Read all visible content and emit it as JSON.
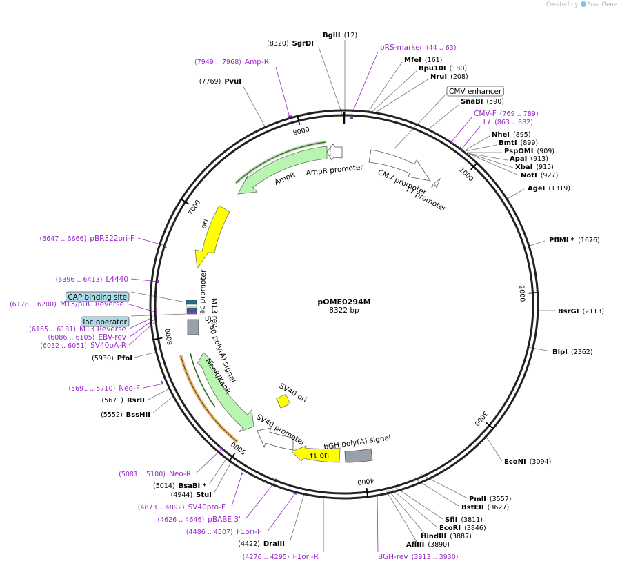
{
  "credit": {
    "created_by": "Created by",
    "brand": "SnapGene"
  },
  "plasmid": {
    "name": "pOME0294M",
    "length_label": "8322 bp"
  },
  "colors": {
    "primer": "#9a28c9",
    "enzyme": "#000000",
    "ori": "#ffff00",
    "marker": "#b7f5b0",
    "polyA": "#9aa0a8",
    "feature_box": "#add8e6",
    "neo_outline": "#e8a54a"
  },
  "ticks": [
    "1000",
    "2000",
    "3000",
    "4000",
    "5000",
    "6000",
    "7000",
    "8000"
  ],
  "labels": [
    {
      "id": "bglii",
      "num": "(12)",
      "name": "BglII",
      "kind": "enzyme"
    },
    {
      "id": "sgrdi",
      "num": "(8320)",
      "name": "SgrDI",
      "kind": "enzyme"
    },
    {
      "id": "prs",
      "num": "(44 .. 63)",
      "name": "pRS-marker",
      "kind": "primer"
    },
    {
      "id": "ampr-p",
      "num": "(7949 .. 7968)",
      "name": "Amp-R",
      "kind": "primer"
    },
    {
      "id": "mfei",
      "num": "(161)",
      "name": "MfeI",
      "kind": "enzyme"
    },
    {
      "id": "bpu10i",
      "num": "(180)",
      "name": "Bpu10I",
      "kind": "enzyme"
    },
    {
      "id": "nrui",
      "num": "(208)",
      "name": "NruI",
      "kind": "enzyme"
    },
    {
      "id": "pvui",
      "num": "(7769)",
      "name": "PvuI",
      "kind": "enzyme"
    },
    {
      "id": "cmvenh",
      "num": "",
      "name": "CMV enhancer",
      "kind": "featurebox"
    },
    {
      "id": "snabi",
      "num": "(590)",
      "name": "SnaBI",
      "kind": "enzyme"
    },
    {
      "id": "cmvf",
      "num": "(769 .. 789)",
      "name": "CMV-F",
      "kind": "primer"
    },
    {
      "id": "t7",
      "num": "(863 .. 882)",
      "name": "T7",
      "kind": "primer"
    },
    {
      "id": "nhei",
      "num": "(895)",
      "name": "NheI",
      "kind": "enzyme"
    },
    {
      "id": "bmti",
      "num": "(899)",
      "name": "BmtI",
      "kind": "enzyme"
    },
    {
      "id": "pspomi",
      "num": "(909)",
      "name": "PspOMI",
      "kind": "enzyme"
    },
    {
      "id": "apai",
      "num": "(913)",
      "name": "ApaI",
      "kind": "enzyme"
    },
    {
      "id": "xbai",
      "num": "(915)",
      "name": "XbaI",
      "kind": "enzyme"
    },
    {
      "id": "noti",
      "num": "(927)",
      "name": "NotI",
      "kind": "enzyme"
    },
    {
      "id": "agei",
      "num": "(1319)",
      "name": "AgeI",
      "kind": "enzyme"
    },
    {
      "id": "pflmi",
      "num": "(1676)",
      "name": "PflMI *",
      "kind": "enzyme"
    },
    {
      "id": "bsrgi",
      "num": "(2113)",
      "name": "BsrGI",
      "kind": "enzyme"
    },
    {
      "id": "blpi",
      "num": "(2362)",
      "name": "BlpI",
      "kind": "enzyme"
    },
    {
      "id": "econi",
      "num": "(3094)",
      "name": "EcoNI",
      "kind": "enzyme"
    },
    {
      "id": "pmli",
      "num": "(3557)",
      "name": "PmlI",
      "kind": "enzyme"
    },
    {
      "id": "bsteii",
      "num": "(3627)",
      "name": "BstEII",
      "kind": "enzyme"
    },
    {
      "id": "sfii",
      "num": "(3811)",
      "name": "SfiI",
      "kind": "enzyme"
    },
    {
      "id": "ecori",
      "num": "(3846)",
      "name": "EcoRI",
      "kind": "enzyme"
    },
    {
      "id": "hindiii",
      "num": "(3887)",
      "name": "HindIII",
      "kind": "enzyme"
    },
    {
      "id": "afliii",
      "num": "(3890)",
      "name": "AflIII",
      "kind": "enzyme"
    },
    {
      "id": "bghrev",
      "num": "(3913 .. 3930)",
      "name": "BGH-rev",
      "kind": "primer"
    },
    {
      "id": "f1orir",
      "num": "(4276 .. 4295)",
      "name": "F1ori-R",
      "kind": "primer"
    },
    {
      "id": "draiii",
      "num": "(4422)",
      "name": "DraIII",
      "kind": "enzyme"
    },
    {
      "id": "f1orif",
      "num": "(4486 .. 4507)",
      "name": "F1ori-F",
      "kind": "primer"
    },
    {
      "id": "pbabe",
      "num": "(4626 .. 4646)",
      "name": "pBABE 3'",
      "kind": "primer"
    },
    {
      "id": "sv40prof",
      "num": "(4873 .. 4892)",
      "name": "SV40pro-F",
      "kind": "primer"
    },
    {
      "id": "stui",
      "num": "(4944)",
      "name": "StuI",
      "kind": "enzyme"
    },
    {
      "id": "bsabi",
      "num": "(5014)",
      "name": "BsaBI *",
      "kind": "enzyme"
    },
    {
      "id": "neor",
      "num": "(5081 .. 5100)",
      "name": "Neo-R",
      "kind": "primer"
    },
    {
      "id": "bsshii",
      "num": "(5552)",
      "name": "BssHII",
      "kind": "enzyme"
    },
    {
      "id": "rsrii",
      "num": "(5671)",
      "name": "RsrII",
      "kind": "enzyme"
    },
    {
      "id": "neof",
      "num": "(5691 .. 5710)",
      "name": "Neo-F",
      "kind": "primer"
    },
    {
      "id": "pfoi",
      "num": "(5930)",
      "name": "PfoI",
      "kind": "enzyme"
    },
    {
      "id": "sv40par",
      "num": "(6032 .. 6051)",
      "name": "SV40pA-R",
      "kind": "primer"
    },
    {
      "id": "ebvrev",
      "num": "(6086 .. 6105)",
      "name": "EBV-rev",
      "kind": "primer"
    },
    {
      "id": "m13rev",
      "num": "(6165 .. 6181)",
      "name": "M13 Reverse",
      "kind": "primer"
    },
    {
      "id": "laco",
      "num": "",
      "name": "lac operator",
      "kind": "featurebox-blue"
    },
    {
      "id": "m13puc",
      "num": "(6178 .. 6200)",
      "name": "M13/pUC Reverse",
      "kind": "primer"
    },
    {
      "id": "cap",
      "num": "",
      "name": "CAP binding site",
      "kind": "featurebox-blue"
    },
    {
      "id": "l4440",
      "num": "(6396 .. 6413)",
      "name": "L4440",
      "kind": "primer"
    },
    {
      "id": "pbr322",
      "num": "(6647 .. 6666)",
      "name": "pBR322ori-F",
      "kind": "primer"
    }
  ],
  "features": {
    "ampr": "AmpR",
    "ampr_promoter": "AmpR promoter",
    "cmv_promoter": "CMV promoter",
    "t7_promoter": "T7 promoter",
    "ori": "ori",
    "lac_promoter": "lac promoter",
    "m13_rev": "M13 rev",
    "sv40_polya": "SV40 poly(A) signal",
    "neor_kanr": "NeoR/KanR",
    "sv40_ori": "SV40 ori",
    "sv40_promoter": "SV40 promoter",
    "f1_ori": "f1 ori",
    "bgh_polya": "bGH poly(A) signal"
  }
}
